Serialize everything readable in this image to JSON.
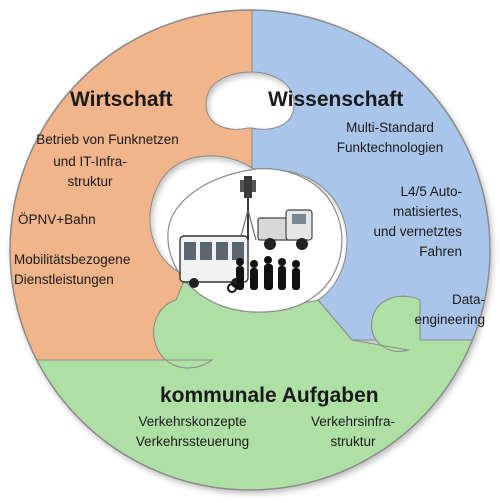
{
  "diagram": {
    "colors": {
      "wirtschaft": "#f2b48a",
      "wissenschaft": "#a9c6ea",
      "kommunal": "#aee0a6",
      "hub": "#ffffff",
      "outline": "#8a8a8a"
    },
    "wirtschaft": {
      "title": "Wirtschaft",
      "items": [
        "Betrieb von Funknetzen",
        "und IT-Infra-\nstruktur",
        "ÖPNV+Bahn",
        "Mobilitätsbezogene\nDienstleistungen"
      ]
    },
    "wissenschaft": {
      "title": "Wissenschaft",
      "items": [
        "Multi-Standard\nFunktechnologien",
        "L4/5 Auto-\nmatisiertes,\nund vernetztes\nFahren",
        "Data-\nengineering"
      ]
    },
    "kommunal": {
      "title": "kommunale Aufgaben",
      "items": [
        "Verkehrskonzepte\nVerkehrssteuerung",
        "Verkehrsinfra-\nstruktur"
      ]
    },
    "hub": {
      "icons": [
        "radio-tower-icon",
        "bus-icon",
        "truck-icon",
        "pedestrians-icon"
      ]
    }
  }
}
